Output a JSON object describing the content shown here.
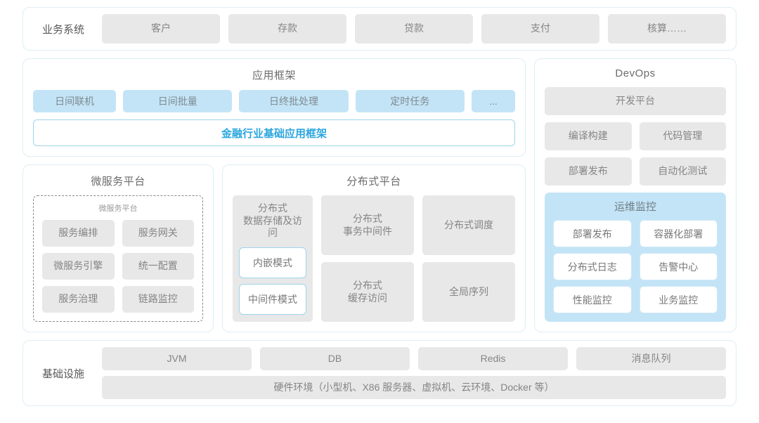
{
  "business_systems": {
    "label": "业务系统",
    "items": [
      "客户",
      "存款",
      "贷款",
      "支付",
      "核算……"
    ]
  },
  "app_framework": {
    "title": "应用框架",
    "tags": [
      "日间联机",
      "日间批量",
      "日终批处理",
      "定时任务",
      "..."
    ],
    "core": "金融行业基础应用框架",
    "core_color": "#2ba6dd"
  },
  "microservice_platform": {
    "title": "微服务平台",
    "inner_label": "微服务平台",
    "items": [
      "服务编排",
      "服务网关",
      "微服务引擎",
      "统一配置",
      "服务治理",
      "链路监控"
    ]
  },
  "distributed_platform": {
    "title": "分布式平台",
    "col1": {
      "title": "分布式\n数据存储及访问",
      "modes": [
        "内嵌模式",
        "中间件模式"
      ]
    },
    "cells": [
      "分布式\n事务中间件",
      "分布式调度",
      "分布式\n缓存访问",
      "全局序列"
    ]
  },
  "devops": {
    "title": "DevOps",
    "platform": "开发平台",
    "items": [
      "编译构建",
      "代码管理",
      "部署发布",
      "自动化测试"
    ],
    "ops_monitor": {
      "title": "运维监控",
      "items": [
        "部署发布",
        "容器化部署",
        "分布式日志",
        "告警中心",
        "性能监控",
        "业务监控"
      ]
    }
  },
  "infrastructure": {
    "label": "基础设施",
    "items": [
      "JVM",
      "DB",
      "Redis",
      "消息队列"
    ],
    "hardware": "硬件环境（小型机、X86 服务器、虚拟机、云环境、Docker 等）"
  },
  "colors": {
    "panel_border": "#ddeef4",
    "tag_gray": "#e8e8e8",
    "tag_blue": "#c3e4f6",
    "accent": "#2ba6dd"
  }
}
